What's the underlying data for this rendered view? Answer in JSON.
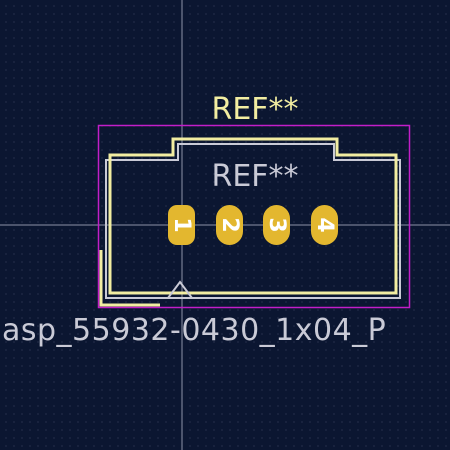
{
  "footprint": {
    "reference_top": "REF**",
    "reference_fab": "REF**",
    "value_text": "asp_55932-0430_1x04_P",
    "pads": [
      {
        "number": "1"
      },
      {
        "number": "2"
      },
      {
        "number": "3"
      },
      {
        "number": "4"
      }
    ],
    "pin1_marker": "triangle"
  },
  "colors": {
    "background": "#0b1631",
    "grid_dot": "#828caa",
    "crosshair": "#8c93a8",
    "courtyard": "#c21ec8",
    "silkscreen": "#f2eda1",
    "fab_outline": "#c9cad6",
    "fab_text": "#c9cad6",
    "pad_fill": "#e3b72f",
    "pad_number": "#ffffff",
    "ref_text": "#f2eda1"
  }
}
